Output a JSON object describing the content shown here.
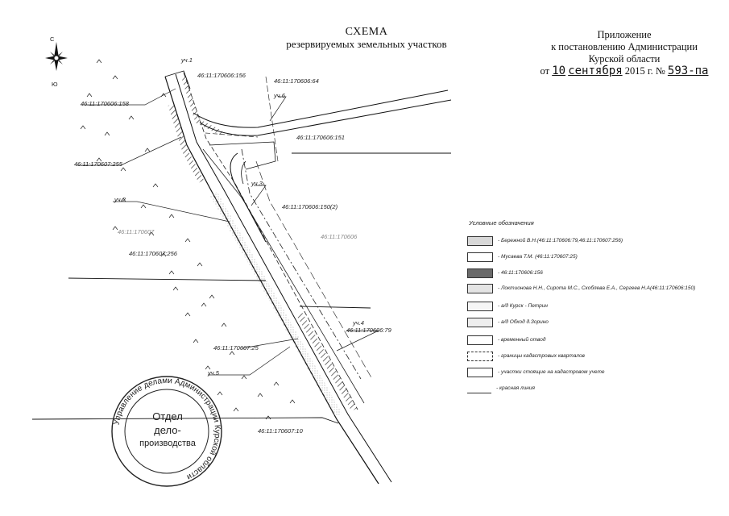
{
  "header": {
    "title_line1": "СХЕМА",
    "title_line2": "резервируемых земельных участков"
  },
  "appendix": {
    "line1": "Приложение",
    "line2": "к постановлению Администрации",
    "line3": "Курской области",
    "date_prefix": "от",
    "day": "10",
    "month": "сентября",
    "year_text": "2015 г. №",
    "number": "593-па"
  },
  "compass": {
    "north": "С",
    "south": "Ю",
    "icon": "compass-rose-icon"
  },
  "map_labels": {
    "uch1": "уч.1",
    "uch2": "уч.2",
    "uch3": "уч.3",
    "uch4": "уч.4",
    "uch5": "уч.5",
    "uch6": "уч.6",
    "c156": "46:11:170606:156",
    "c64": "46:11:170606:64",
    "c158": "46:11:170606:158",
    "c151": "46:11:170606:151",
    "c255": "46:11:170607:255",
    "c150": "46:11:170606:150(2)",
    "q607": "46:11:170607",
    "q606": "46:11:170606",
    "c256": "46:11:170607:256",
    "c79": "46:11:170606:79",
    "c25": "46:11:170607:25",
    "c10": "46:11:170607:10"
  },
  "legend": {
    "title": "Условные обозначения",
    "items": [
      {
        "text": "- Бережной В.Н.(46:11:170606:79,46:11:170607:256)",
        "color": "#d8d8d8"
      },
      {
        "text": "- Мусаева Т.М. (46:11:170607:25)",
        "color": "#ffffff"
      },
      {
        "text": "- 46:11:170606:156",
        "color": "#6a6a6a"
      },
      {
        "text": "- Локтионова Н.Н., Сирота М.С., Скоблева Е.А., Сергеев Н.А(46:11:170606:150)",
        "color": "#e4e4e4"
      },
      {
        "text": "- а/д Курск - Петрин",
        "color": "#f6f6f6"
      },
      {
        "text": "- а/д Обход д.Зорино",
        "color": "#eeeeee"
      },
      {
        "text": "- временный отвод",
        "color": "#ffffff"
      },
      {
        "text": "- границы кадастровых кварталов",
        "color": "#ffffff"
      },
      {
        "text": "- участки стоящие на кадастровом учете",
        "color": "#ffffff"
      },
      {
        "text": "- красная линия",
        "color": "#ffffff"
      }
    ]
  },
  "stamp": {
    "ring_text": "Управление делами Администрации Курской области",
    "line1": "Отдел",
    "line2": "дело-",
    "line3": "производства"
  }
}
